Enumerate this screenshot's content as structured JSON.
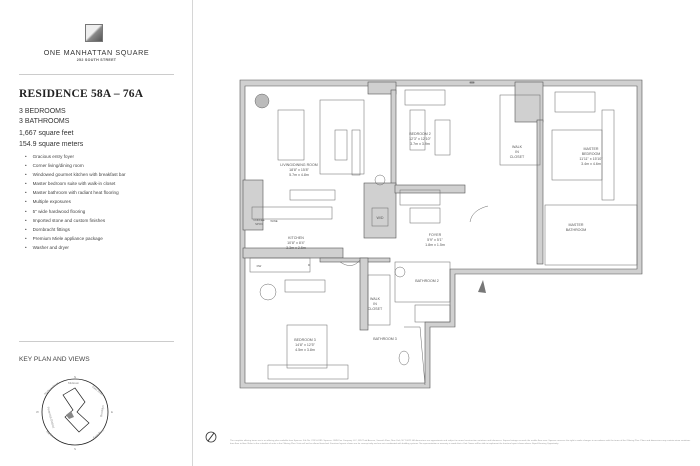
{
  "brand": {
    "name": "ONE MANHATTAN SQUARE",
    "address": "252 SOUTH STREET"
  },
  "residence": {
    "title": "RESIDENCE 58A – 76A",
    "bedrooms": "3 BEDROOMS",
    "bathrooms": "3 BATHROOMS",
    "sqft": "1,667 square feet",
    "sqm": "154.9 square meters"
  },
  "features": [
    "Gracious entry foyer",
    "Corner living/dining room",
    "Windowed gourmet kitchen with breakfast bar",
    "Master bedroom suite with walk-in closet",
    "Master bathroom with radiant heat flooring",
    "Multiple exposures",
    "5\" wide hardwood flooring",
    "Imported stone and custom finishes",
    "Dornbracht fittings",
    "Premium Miele appliance package",
    "Washer and dryer"
  ],
  "keyplan": {
    "title": "KEY PLAN AND VIEWS",
    "n": "N",
    "e": "E",
    "s": "S",
    "w": "W",
    "top": "Midtown",
    "ne": "East River",
    "right": "Brooklyn",
    "se": "East River",
    "nw": "Hudson River",
    "left": "Financial District",
    "sw": "Harbor"
  },
  "rooms": {
    "living": {
      "name": "LIVING/DINING ROOM",
      "imp": "18'8\" x 15'8\"",
      "met": "5.7m x 4.8m"
    },
    "bed2": {
      "name": "BEDROOM 2",
      "imp": "12'3\" x 12'10\"",
      "met": "3.7m x 3.9m"
    },
    "kitchen": {
      "name": "KITCHEN",
      "imp": "10'8\" x 8'4\"",
      "met": "3.3m x 2.5m"
    },
    "foyer": {
      "name": "FOYER",
      "imp": "5'9\" x 5'1\"",
      "met": "1.8m x 1.5m"
    },
    "master": {
      "name1": "MASTER",
      "name2": "BEDROOM",
      "imp": "11'11\" x 15'10\"",
      "met": "3.4m x 4.6m"
    },
    "masterbath": {
      "name1": "MASTER",
      "name2": "BATHROOM"
    },
    "bed3": {
      "name": "BEDROOM 3",
      "imp": "14'8\" x 12'5\"",
      "met": "4.5m x 3.8m"
    },
    "bath2": "BATHROOM 2",
    "bath3": "BATHROOM 3",
    "wic1": [
      "WALK",
      "IN",
      "CLOSET"
    ],
    "wic2": [
      "WALK",
      "IN",
      "CLOSET"
    ],
    "wd": "W/D",
    "coffee": [
      "COFFEE",
      "SPOV"
    ],
    "wine": "WINE",
    "dw": "DW",
    "r": "R"
  },
  "disclaimer": "The complete offering terms are in an offering plan available from Sponsor. File No. CD15-0185. Sponsor: OMS Fee Company LLC, 805 Third Avenue, Seventh Floor, New York, NY 10022. All dimensions are approximate and subject to normal construction variations and tolerances. Square footage exceeds the usable floor area. Sponsor reserves the right to make changes in accordance with the terms of the Offering Plan. Plans and dimensions may contain minor variations from floor to floor. Refer to the schedule of units in the Offering Plan. Units will not be offered furnished. Furniture layouts shown are for concept only and are not coordinated with building systems. No representation or warranty is made that a Unit Owner will be able to implement the furniture layout shown above. Equal Housing Opportunity."
}
